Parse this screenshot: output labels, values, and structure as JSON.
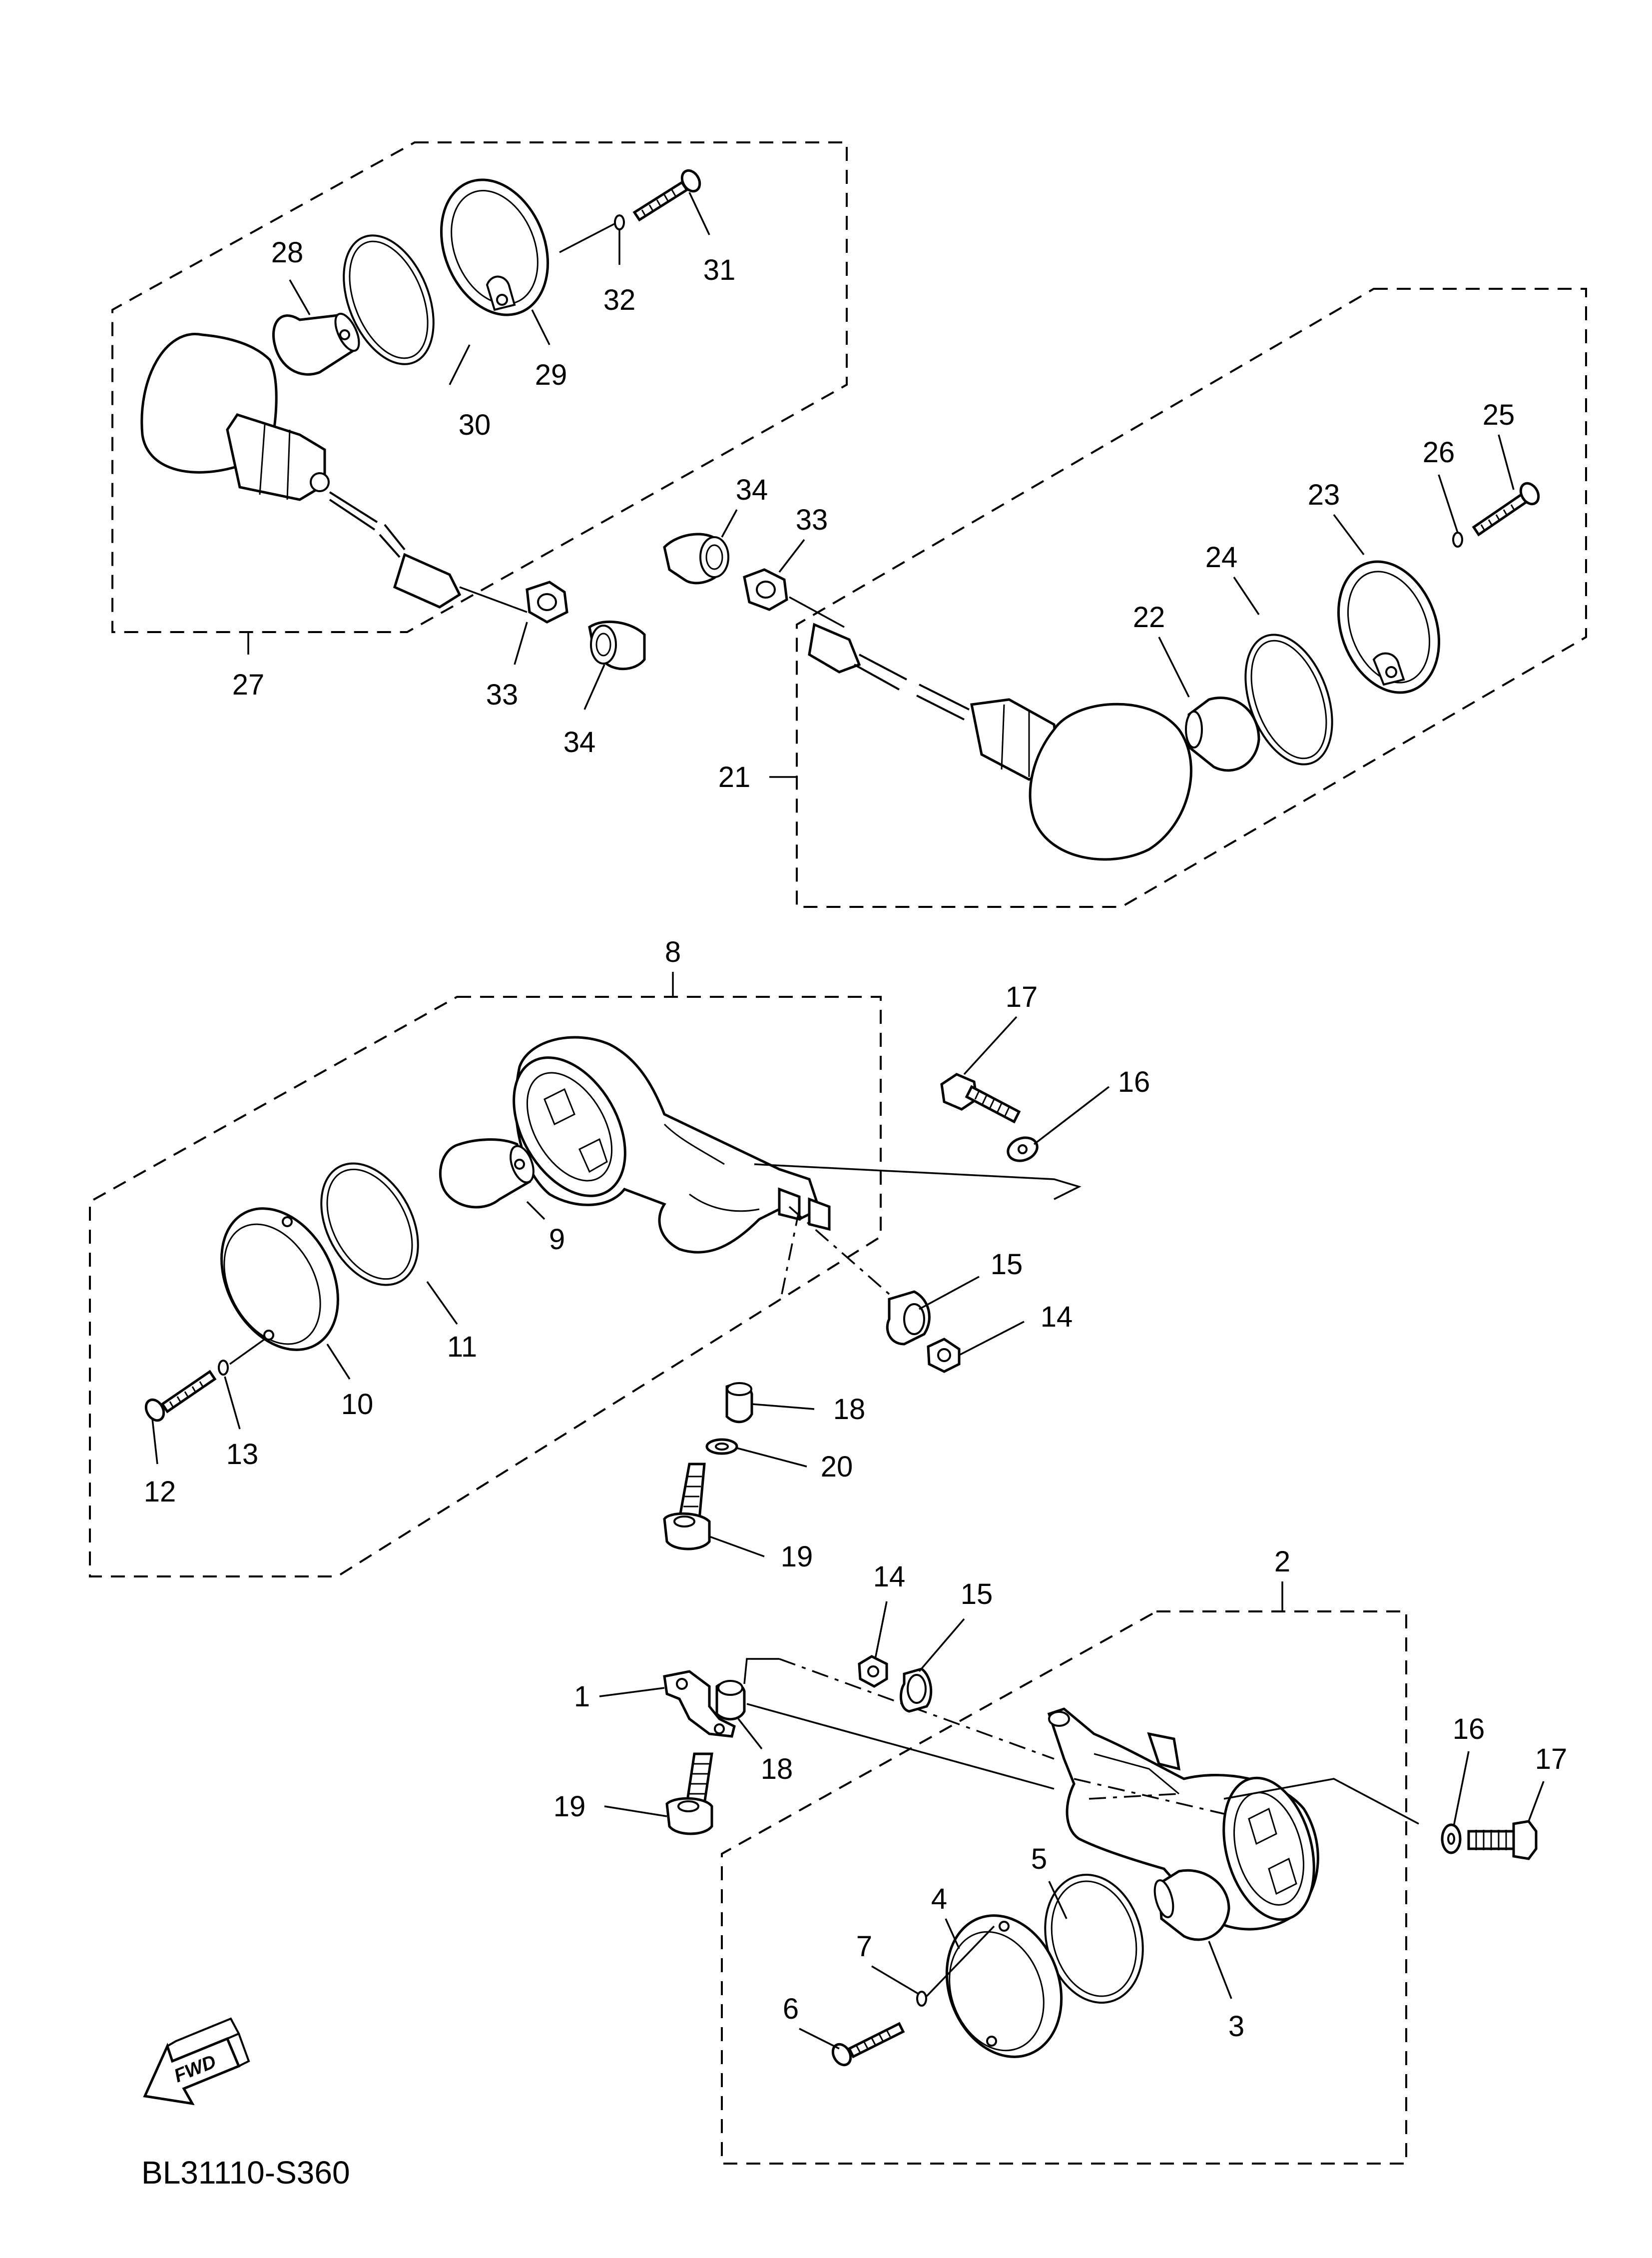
{
  "diagram": {
    "catalog_code": "BL31110-S360",
    "direction_label": "FWD",
    "callouts": [
      {
        "key": "c1",
        "label": "1"
      },
      {
        "key": "c2",
        "label": "2"
      },
      {
        "key": "c3",
        "label": "3"
      },
      {
        "key": "c4",
        "label": "4"
      },
      {
        "key": "c5",
        "label": "5"
      },
      {
        "key": "c6",
        "label": "6"
      },
      {
        "key": "c7",
        "label": "7"
      },
      {
        "key": "c8",
        "label": "8"
      },
      {
        "key": "c9",
        "label": "9"
      },
      {
        "key": "c10",
        "label": "10"
      },
      {
        "key": "c11",
        "label": "11"
      },
      {
        "key": "c12",
        "label": "12"
      },
      {
        "key": "c13",
        "label": "13"
      },
      {
        "key": "c14a",
        "label": "14"
      },
      {
        "key": "c14b",
        "label": "14"
      },
      {
        "key": "c15a",
        "label": "15"
      },
      {
        "key": "c15b",
        "label": "15"
      },
      {
        "key": "c16a",
        "label": "16"
      },
      {
        "key": "c16b",
        "label": "16"
      },
      {
        "key": "c17a",
        "label": "17"
      },
      {
        "key": "c17b",
        "label": "17"
      },
      {
        "key": "c18a",
        "label": "18"
      },
      {
        "key": "c18b",
        "label": "18"
      },
      {
        "key": "c19a",
        "label": "19"
      },
      {
        "key": "c19b",
        "label": "19"
      },
      {
        "key": "c20",
        "label": "20"
      },
      {
        "key": "c21",
        "label": "21"
      },
      {
        "key": "c22",
        "label": "22"
      },
      {
        "key": "c23",
        "label": "23"
      },
      {
        "key": "c24",
        "label": "24"
      },
      {
        "key": "c25",
        "label": "25"
      },
      {
        "key": "c26",
        "label": "26"
      },
      {
        "key": "c27",
        "label": "27"
      },
      {
        "key": "c28",
        "label": "28"
      },
      {
        "key": "c29",
        "label": "29"
      },
      {
        "key": "c30",
        "label": "30"
      },
      {
        "key": "c31",
        "label": "31"
      },
      {
        "key": "c32",
        "label": "32"
      },
      {
        "key": "c33a",
        "label": "33"
      },
      {
        "key": "c33b",
        "label": "33"
      },
      {
        "key": "c34a",
        "label": "34"
      },
      {
        "key": "c34b",
        "label": "34"
      }
    ]
  }
}
